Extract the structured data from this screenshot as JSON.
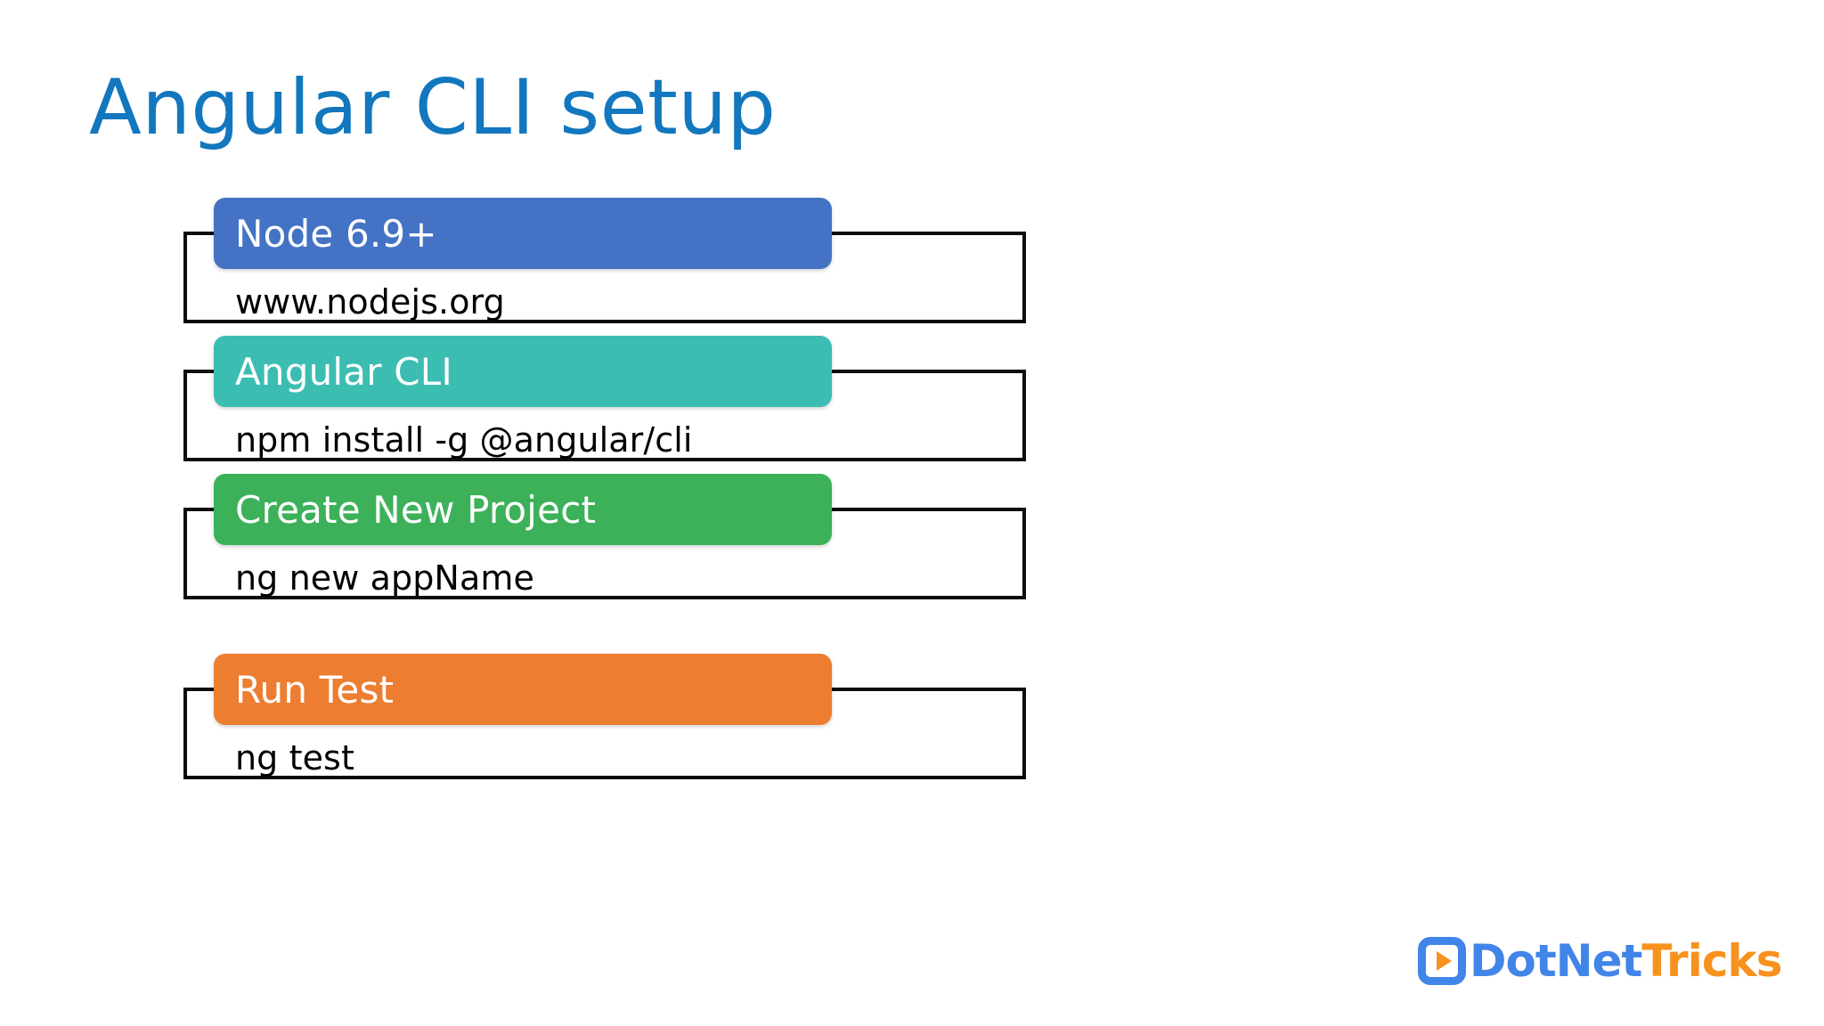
{
  "slide": {
    "title": "Angular CLI setup",
    "title_color": "#1277BE",
    "background": "#ffffff"
  },
  "steps": [
    {
      "label": "Node 6.9+",
      "detail": "www.nodejs.org",
      "color": "#4472C4"
    },
    {
      "label": "Angular CLI",
      "detail": "npm install -g @angular/cli",
      "color": "#3CBDB2"
    },
    {
      "label": "Create New Project",
      "detail": "ng new appName",
      "color": "#3CB15A"
    },
    {
      "label": "Run Test",
      "detail": "ng test",
      "color": "#ED7D31"
    }
  ],
  "logo": {
    "mark_icon": "play-button-in-rounded-d-icon",
    "text_primary": "DotNet",
    "text_secondary": "Tricks",
    "primary_color": "#4285E8",
    "secondary_color": "#F7921E"
  }
}
